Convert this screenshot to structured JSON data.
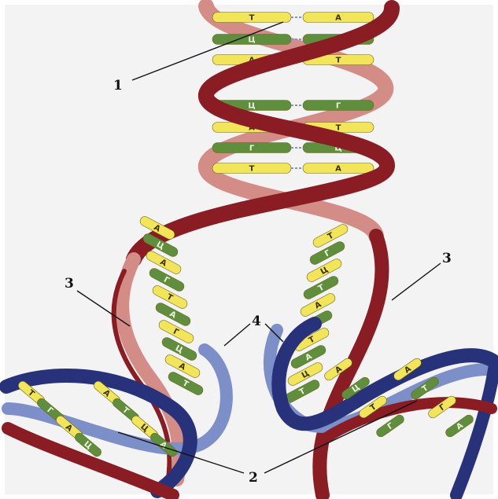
{
  "figure": {
    "background": "#f3f3f3",
    "colors": {
      "parent_strand": "#8a1d24",
      "parent_strand_back": "#d48c86",
      "new_strand": "#27327a",
      "new_strand_back": "#7d8fc8",
      "base_yellow": "#f2e55a",
      "base_green": "#5f8f3c",
      "hbond": "#8a8fd0"
    },
    "callouts": [
      {
        "id": "1",
        "label": "1"
      },
      {
        "id": "2",
        "label": "2"
      },
      {
        "id": "3a",
        "label": "3"
      },
      {
        "id": "3b",
        "label": "3"
      },
      {
        "id": "4",
        "label": "4"
      }
    ],
    "base_pairs": [
      {
        "left": "Т",
        "right": "А",
        "left_color": "yellow",
        "right_color": "yellow"
      },
      {
        "left": "Ц",
        "right": "Г",
        "left_color": "green",
        "right_color": "green"
      },
      {
        "left": "А",
        "right": "Т",
        "left_color": "yellow",
        "right_color": "yellow"
      },
      {
        "left": "Ц",
        "right": "Г",
        "left_color": "green",
        "right_color": "green"
      },
      {
        "left": "А",
        "right": "Т",
        "left_color": "yellow",
        "right_color": "yellow"
      },
      {
        "left": "Г",
        "right": "Ц",
        "left_color": "green",
        "right_color": "green"
      },
      {
        "left": "Т",
        "right": "А",
        "left_color": "yellow",
        "right_color": "yellow"
      }
    ],
    "fork_left_bases": [
      "А",
      "Ц",
      "А",
      "Г",
      "Т",
      "А",
      "Г",
      "Ц",
      "А",
      "Т"
    ],
    "fork_right_bases": [
      "Т",
      "Г",
      "Ц",
      "Т",
      "А",
      "Г",
      "Т",
      "А",
      "Ц",
      "Т"
    ],
    "left_daughter_bases": [
      "Т",
      "Г",
      "А",
      "Ц",
      "А",
      "Т",
      "Ц",
      "А"
    ],
    "right_daughter_bases": [
      "А",
      "Ц",
      "Т",
      "Г",
      "А",
      "Т",
      "Г",
      "А"
    ]
  }
}
